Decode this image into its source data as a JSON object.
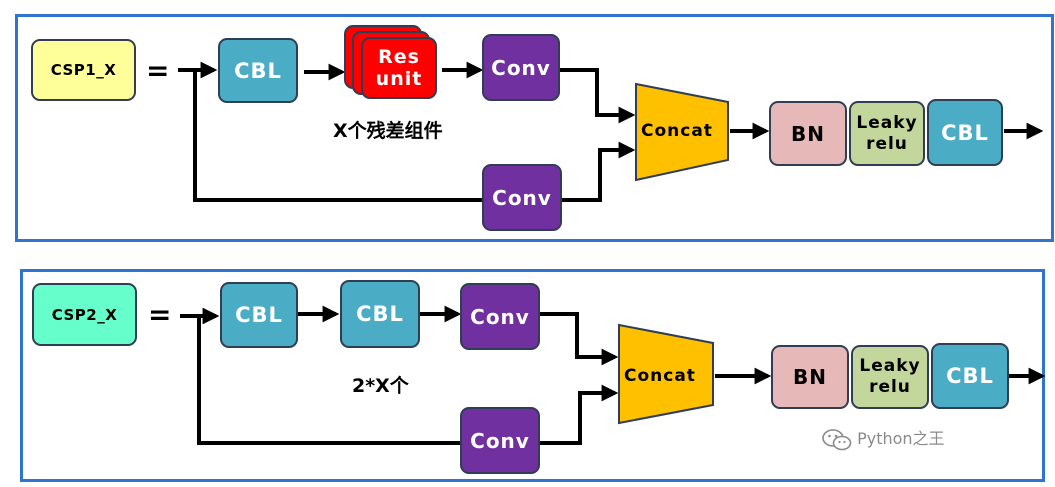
{
  "csp1": {
    "name": "CSP1_X",
    "equals": "=",
    "cbl": "CBL",
    "res_unit": "Res\nunit",
    "res_caption": "X个残差组件",
    "conv_top": "Conv",
    "conv_bottom": "Conv",
    "concat": "Concat",
    "bn": "BN",
    "leaky": "Leaky\nrelu",
    "cbl_out": "CBL"
  },
  "csp2": {
    "name": "CSP2_X",
    "equals": "=",
    "cbl1": "CBL",
    "cbl2": "CBL",
    "caption": "2*X个",
    "conv_top": "Conv",
    "conv_bottom": "Conv",
    "concat": "Concat",
    "bn": "BN",
    "leaky": "Leaky\nrelu",
    "cbl_out": "CBL"
  },
  "watermark": "Python之王",
  "colors": {
    "frame": "#2e75d1",
    "cbl": "#4bacc6",
    "conv": "#7030a0",
    "res_unit": "#ff0000",
    "concat": "#ffc000",
    "bn": "#e6b9b8",
    "leaky": "#c3d69b",
    "csp1": "#ffff99",
    "csp2": "#66ffcc"
  }
}
